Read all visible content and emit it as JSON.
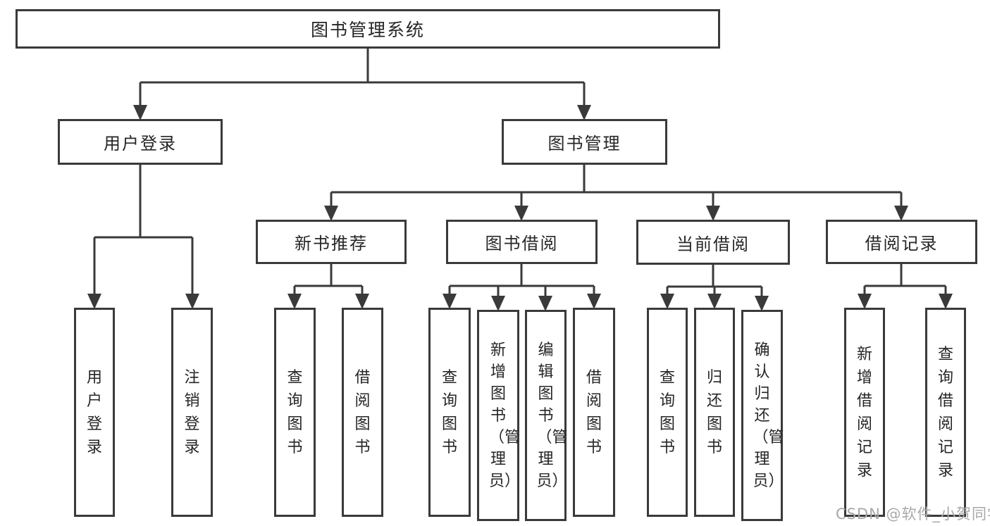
{
  "diagram": {
    "root": "图书管理系统",
    "branches": [
      {
        "label": "用户登录",
        "children": [
          "用户登录",
          "注销登录"
        ]
      },
      {
        "label": "图书管理",
        "children": [
          {
            "label": "新书推荐",
            "children": [
              "查询图书",
              "借阅图书"
            ]
          },
          {
            "label": "图书借阅",
            "children": [
              "查询图书",
              "新增图书（管理员）",
              "编辑图书（管理员）",
              "借阅图书"
            ]
          },
          {
            "label": "当前借阅",
            "children": [
              "查询图书",
              "归还图书",
              "确认归还（管理员）"
            ]
          },
          {
            "label": "借阅记录",
            "children": [
              "新增借阅记录",
              "查询借阅记录"
            ]
          }
        ]
      }
    ]
  },
  "watermark": "CSDN @软件_小贺同学",
  "colors": {
    "line": "#3a3a3a",
    "box_border": "#3a3a3a",
    "text": "#262626",
    "watermark": "#a6a9ad",
    "background": "#ffffff"
  }
}
